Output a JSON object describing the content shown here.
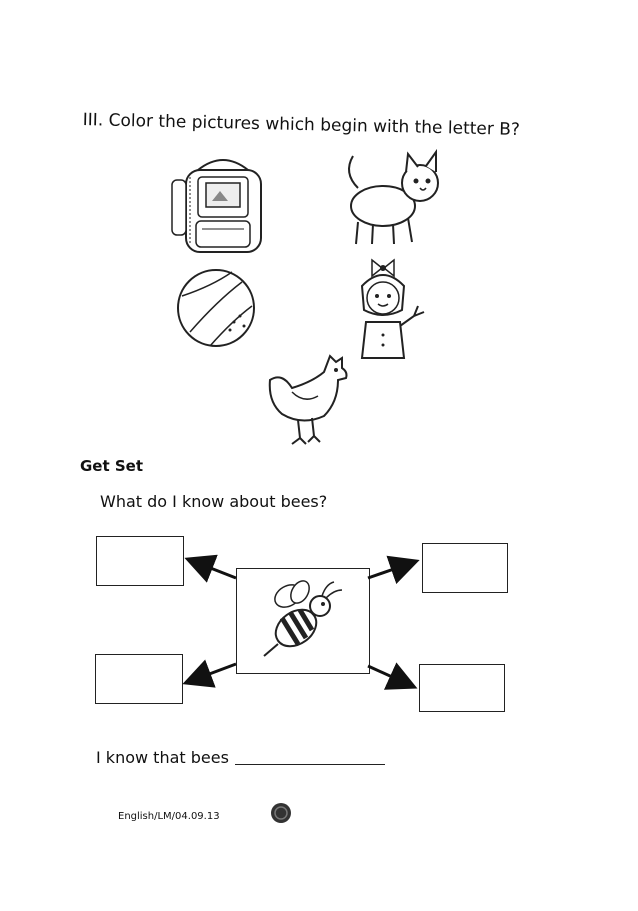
{
  "section3": {
    "instruction": "III. Color the pictures which begin with the letter B?",
    "pictures": [
      "backpack-icon",
      "cat-icon",
      "ball-icon",
      "girl-icon",
      "hen-icon"
    ]
  },
  "get_set": {
    "heading": "Get Set",
    "question": "What do I know about bees?",
    "center_picture": "bee-icon",
    "sentence": "I know that bees"
  },
  "footer": {
    "code": "English/LM/04.09.13"
  }
}
